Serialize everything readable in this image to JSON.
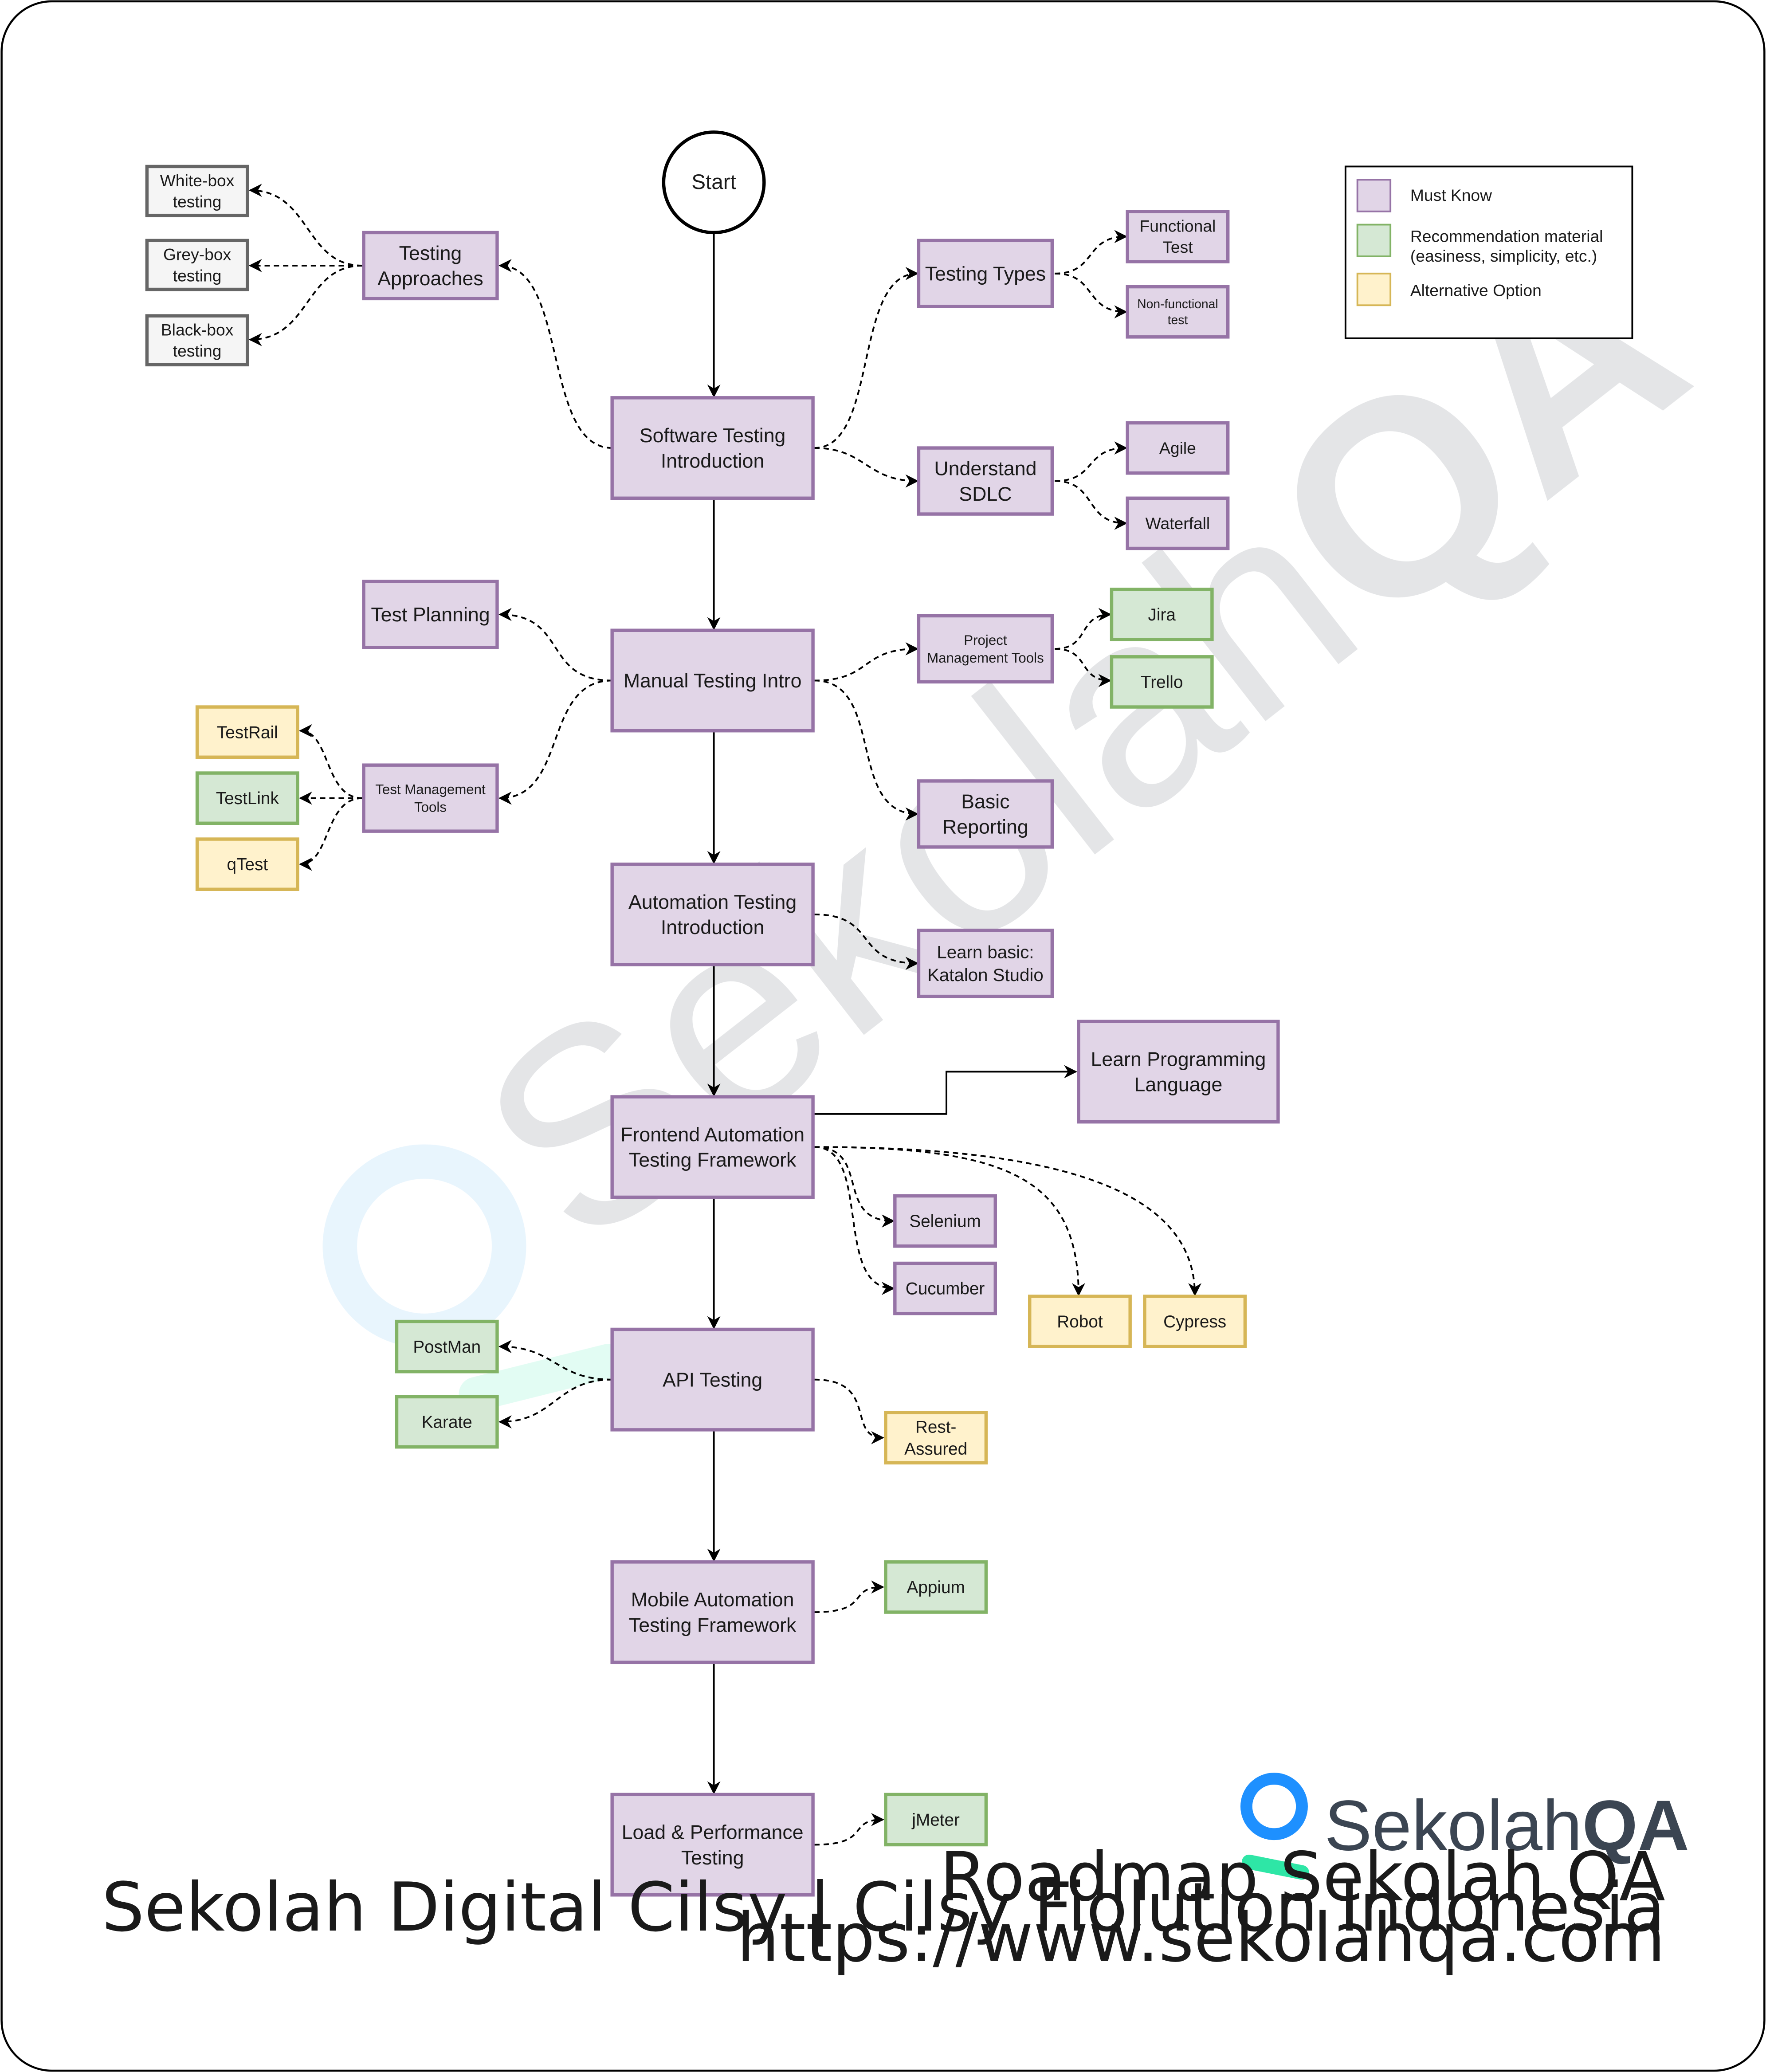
{
  "colors": {
    "must_know_fill": "#e1d5e7",
    "must_know_stroke": "#9673a6",
    "recommended_fill": "#d5e8d4",
    "recommended_stroke": "#82b366",
    "alternative_fill": "#fff2cc",
    "alternative_stroke": "#d6b656",
    "neutral_fill": "#f5f5f5",
    "neutral_stroke": "#666666",
    "brand_blue": "#1e90ff",
    "brand_green": "#2ee6a6",
    "brand_dark": "#3b4552"
  },
  "legend": {
    "must_know": "Must Know",
    "recommendation": "Recommendation material",
    "recommendation_note": "(easiness, simplicity, etc.)",
    "alternative": "Alternative Option"
  },
  "nodes": {
    "start": "Start",
    "software_testing": [
      "Software Testing",
      "Introduction"
    ],
    "testing_approaches": [
      "Testing",
      "Approaches"
    ],
    "white_box": [
      "White-box",
      "testing"
    ],
    "grey_box": [
      "Grey-box",
      "testing"
    ],
    "black_box": [
      "Black-box",
      "testing"
    ],
    "testing_types": [
      "Testing Types"
    ],
    "functional_test": [
      "Functional",
      "Test"
    ],
    "non_functional_test": [
      "Non-functional",
      "test"
    ],
    "understand_sdlc": [
      "Understand",
      "SDLC"
    ],
    "agile": [
      "Agile"
    ],
    "waterfall": [
      "Waterfall"
    ],
    "manual_testing": [
      "Manual Testing Intro"
    ],
    "test_planning": [
      "Test Planning"
    ],
    "test_mgmt_tools": [
      "Test Management",
      "Tools"
    ],
    "testrail": [
      "TestRail"
    ],
    "testlink": [
      "TestLink"
    ],
    "qtest": [
      "qTest"
    ],
    "project_mgmt_tools": [
      "Project",
      "Management Tools"
    ],
    "jira": [
      "Jira"
    ],
    "trello": [
      "Trello"
    ],
    "basic_reporting": [
      "Basic",
      "Reporting"
    ],
    "automation_testing": [
      "Automation Testing",
      "Introduction"
    ],
    "katalon": [
      "Learn basic:",
      "Katalon Studio"
    ],
    "frontend_framework": [
      "Frontend Automation",
      "Testing Framework"
    ],
    "learn_programming": [
      "Learn Programming",
      "Language"
    ],
    "selenium": [
      "Selenium"
    ],
    "cucumber": [
      "Cucumber"
    ],
    "robot": [
      "Robot"
    ],
    "cypress": [
      "Cypress"
    ],
    "api_testing": [
      "API Testing"
    ],
    "postman": [
      "PostMan"
    ],
    "karate": [
      "Karate"
    ],
    "rest_assured": [
      "Rest-",
      "Assured"
    ],
    "mobile_framework": [
      "Mobile Automation",
      "Testing Framework"
    ],
    "appium": [
      "Appium"
    ],
    "load_performance": [
      "Load & Performance",
      "Testing"
    ],
    "jmeter": [
      "jMeter"
    ]
  },
  "watermark": {
    "text_light": "Sekolah",
    "text_bold": "QA"
  },
  "footer": {
    "logo_light": "Sekolah",
    "logo_bold": "QA",
    "line1": "Roadmap Sekolah QA",
    "line2": "Sekolah Digital Cilsy | Cilsy Fiolution Indonesia",
    "line3": "https://www.sekolahqa.com"
  }
}
